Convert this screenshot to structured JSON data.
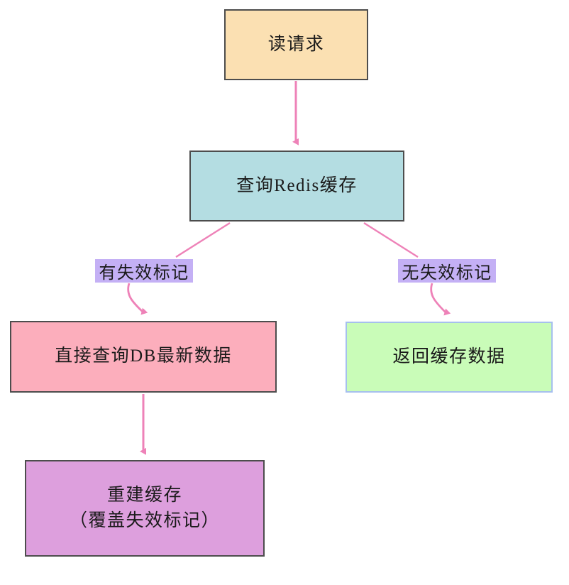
{
  "diagram": {
    "title": "Redis cache read request flowchart",
    "colors": {
      "edge": "#ee82b8",
      "node_border": "#4d4d4d",
      "read_request_fill": "#fbe0b2",
      "query_redis_fill": "#b4dde2",
      "query_db_fill": "#fcaebc",
      "return_cache_fill": "#c9fcb8",
      "return_cache_border": "#a6c0ee",
      "rebuild_cache_fill": "#dd9fdd",
      "edge_label_fill": "#c4b0f5",
      "background": "#ffffff"
    },
    "nodes": {
      "read_request": "读请求",
      "query_redis": "查询Redis缓存",
      "query_db": "直接查询DB最新数据",
      "return_cache": "返回缓存数据",
      "rebuild_cache": "重建缓存\n（覆盖失效标记）"
    },
    "edge_labels": {
      "has_flag": "有失效标记",
      "no_flag": "无失效标记"
    }
  }
}
